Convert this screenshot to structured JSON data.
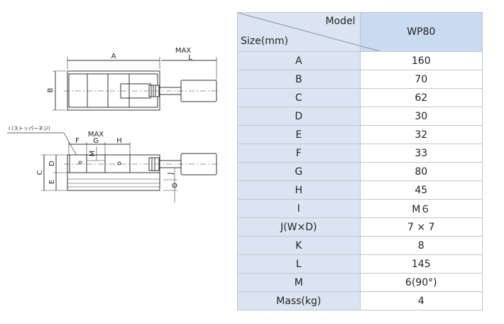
{
  "drawing": {
    "labels": {
      "A": "A",
      "B": "B",
      "C": "C",
      "D": "D",
      "E": "E",
      "F": "F",
      "G": "G",
      "H": "H",
      "J": "J",
      "L": "L",
      "M": "M",
      "max_top": "MAX",
      "max_mid": "MAX",
      "stopper_note": "I (ストッパーネジ)"
    }
  },
  "table": {
    "model_label": "Model",
    "size_label": "Size(mm)",
    "model_value": "WP80",
    "rows": [
      {
        "label": "A",
        "value": "160"
      },
      {
        "label": "B",
        "value": "70"
      },
      {
        "label": "C",
        "value": "62"
      },
      {
        "label": "D",
        "value": "30"
      },
      {
        "label": "E",
        "value": "32"
      },
      {
        "label": "F",
        "value": "33"
      },
      {
        "label": "G",
        "value": "80"
      },
      {
        "label": "H",
        "value": "45"
      },
      {
        "label": "I",
        "value": "M６"
      },
      {
        "label": "J(W×D)",
        "value": "7 × 7"
      },
      {
        "label": "K",
        "value": "8"
      },
      {
        "label": "L",
        "value": "145"
      },
      {
        "label": "M",
        "value": "6(90°)"
      },
      {
        "label": "Mass(kg)",
        "value": "4"
      }
    ]
  }
}
